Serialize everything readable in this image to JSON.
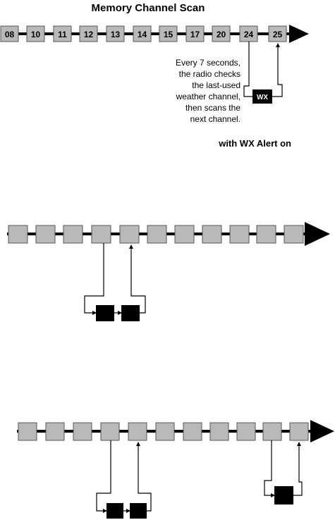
{
  "diagram": {
    "title": "Memory Channel Scan",
    "channels": [
      "08",
      "10",
      "11",
      "12",
      "13",
      "14",
      "15",
      "17",
      "20",
      "24",
      "25"
    ],
    "wx_label": "WX",
    "description_lines": [
      "Every 7 seconds,",
      "the radio checks",
      "the last-used",
      "weather channel,",
      "then scans the",
      "next channel."
    ],
    "alert_label": "with WX Alert on"
  }
}
